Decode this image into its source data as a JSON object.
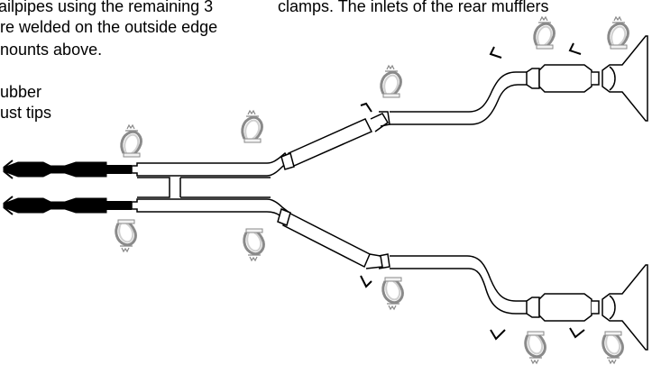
{
  "text": {
    "left_line_1": "ailpipes using the remaining 3",
    "left_line_2": "re welded on the outside edge",
    "left_line_3": "nounts above.",
    "left_line_4": "ubber",
    "left_line_5": "ust tips",
    "right_line_1": "clamps. The inlets of the rear mufflers"
  },
  "colors": {
    "line": "#000000",
    "tip_fill": "#000000",
    "pipe_fill": "#ffffff",
    "clamp_stroke": "#8a8a8a",
    "clamp_fill": "#f2f2f2"
  }
}
